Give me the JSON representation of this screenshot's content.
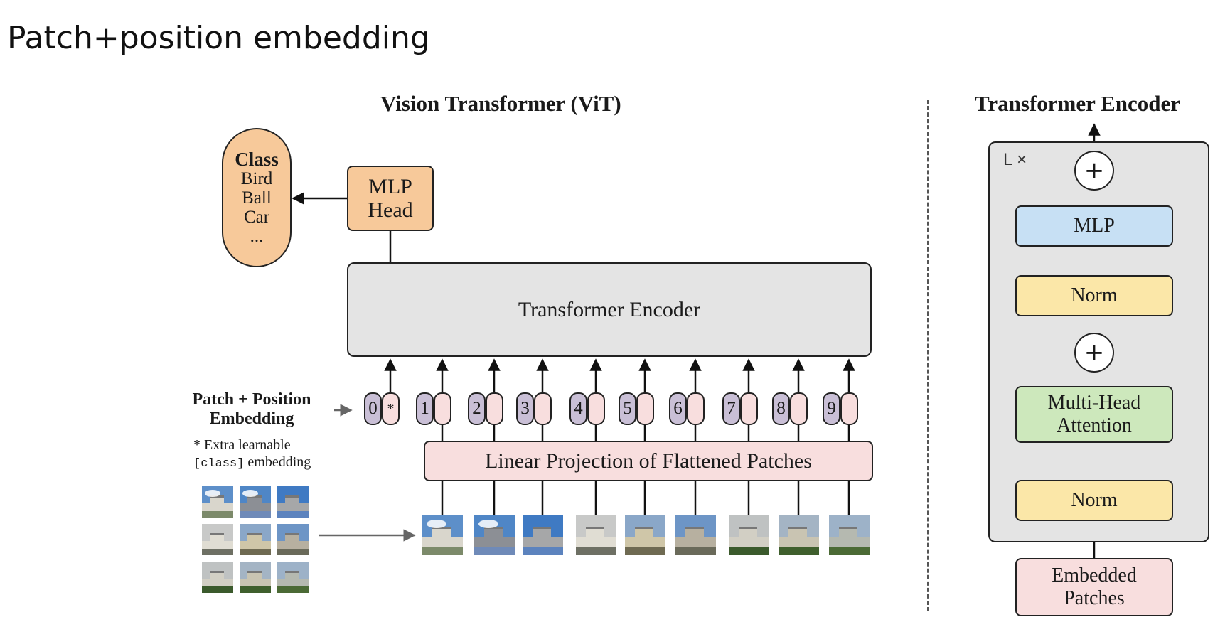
{
  "slide_title": "Patch+position embedding",
  "vit": {
    "title": "Vision Transformer (ViT)",
    "class_box": {
      "header": "Class",
      "items": [
        "Bird",
        "Ball",
        "Car",
        "..."
      ]
    },
    "mlp_head": [
      "MLP",
      "Head"
    ],
    "encoder_label": "Transformer Encoder",
    "linear_projection_label": "Linear Projection of Flattened Patches",
    "patch_position_label": [
      "Patch + Position",
      "Embedding"
    ],
    "extra_note": {
      "line1": "* Extra learnable",
      "code": "[class]",
      "line2_rest": " embedding"
    },
    "position_indices": [
      "0",
      "1",
      "2",
      "3",
      "4",
      "5",
      "6",
      "7",
      "8",
      "9"
    ],
    "class_token_mark": "*"
  },
  "encoder_detail": {
    "title": "Transformer Encoder",
    "repeat_label": "L ×",
    "mlp_label": "MLP",
    "norm_label": "Norm",
    "mha_label": [
      "Multi-Head",
      "Attention"
    ],
    "embedded_label": [
      "Embedded",
      "Patches"
    ],
    "plus_symbol": "+"
  },
  "colors": {
    "class_orange": "#f7c99a",
    "encoder_gray": "#e4e4e4",
    "patch_pink": "#f8dede",
    "position_purple": "#c9bfd6",
    "mlp_blue": "#c7e0f4",
    "norm_yellow": "#fbe7a8",
    "attention_green": "#cde8bc"
  }
}
